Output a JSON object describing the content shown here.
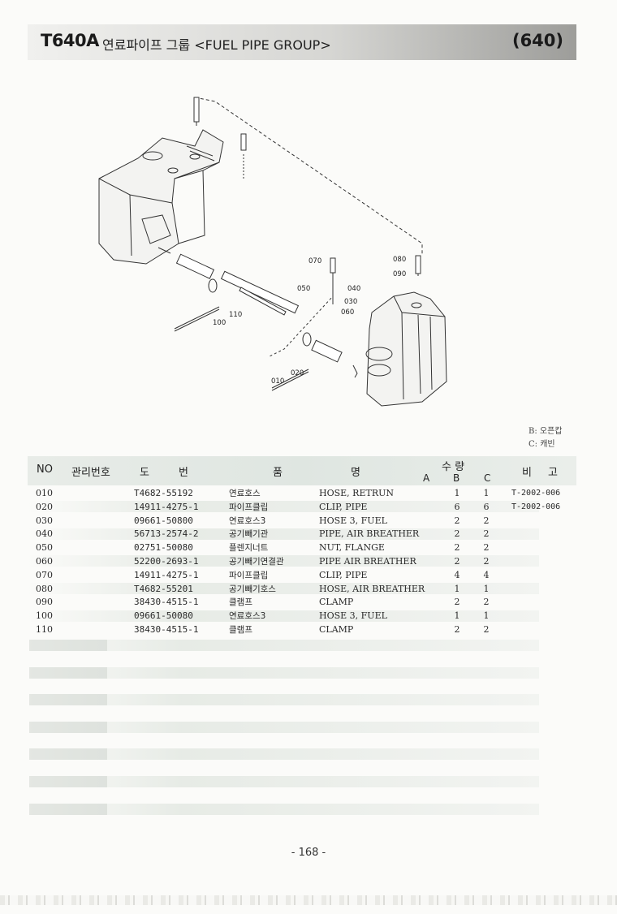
{
  "header": {
    "model": "T640A",
    "title": "연료파이프 그룹 <FUEL PIPE GROUP>",
    "group_number": "(640)"
  },
  "diagram": {
    "callouts": [
      "010",
      "020",
      "030",
      "040",
      "050",
      "060",
      "070",
      "080",
      "090",
      "100",
      "110"
    ]
  },
  "legend": [
    "B: 오픈캅",
    "C: 캐빈"
  ],
  "table": {
    "headers": {
      "no": "NO",
      "mgmt_no": "관리번호",
      "part_no_1": "도",
      "part_no_2": "번",
      "name_1": "품",
      "name_2": "명",
      "qty": "수 량",
      "qty_a": "A",
      "qty_b": "B",
      "qty_c": "C",
      "remark_1": "비",
      "remark_2": "고"
    },
    "rows": [
      {
        "no": "010",
        "part": "T4682-55192",
        "kr": "연료호스",
        "en": "HOSE, RETRUN",
        "b": "1",
        "c": "1",
        "remark": "T-2002-006"
      },
      {
        "no": "020",
        "part": "14911-4275-1",
        "kr": "파이프클립",
        "en": "CLIP, PIPE",
        "b": "6",
        "c": "6",
        "remark": "T-2002-006"
      },
      {
        "no": "030",
        "part": "09661-50800",
        "kr": "연료호스3",
        "en": "HOSE 3, FUEL",
        "b": "2",
        "c": "2",
        "remark": ""
      },
      {
        "no": "040",
        "part": "56713-2574-2",
        "kr": "공기빼기관",
        "en": "PIPE, AIR BREATHER",
        "b": "2",
        "c": "2",
        "remark": ""
      },
      {
        "no": "050",
        "part": "02751-50080",
        "kr": "플렌지너트",
        "en": "NUT, FLANGE",
        "b": "2",
        "c": "2",
        "remark": ""
      },
      {
        "no": "060",
        "part": "52200-2693-1",
        "kr": "공기빼기연결관",
        "en": "PIPE AIR BREATHER",
        "b": "2",
        "c": "2",
        "remark": ""
      },
      {
        "no": "070",
        "part": "14911-4275-1",
        "kr": "파이프클립",
        "en": "CLIP, PIPE",
        "b": "4",
        "c": "4",
        "remark": ""
      },
      {
        "no": "080",
        "part": "T4682-55201",
        "kr": "공기빼기호스",
        "en": "HOSE, AIR BREATHER",
        "b": "1",
        "c": "1",
        "remark": ""
      },
      {
        "no": "090",
        "part": "38430-4515-1",
        "kr": "클램프",
        "en": "CLAMP",
        "b": "2",
        "c": "2",
        "remark": ""
      },
      {
        "no": "100",
        "part": "09661-50080",
        "kr": "연료호스3",
        "en": "HOSE 3, FUEL",
        "b": "1",
        "c": "1",
        "remark": ""
      },
      {
        "no": "110",
        "part": "38430-4515-1",
        "kr": "클램프",
        "en": "CLAMP",
        "b": "2",
        "c": "2",
        "remark": ""
      }
    ]
  },
  "footer": {
    "page_number": "- 168 -"
  }
}
